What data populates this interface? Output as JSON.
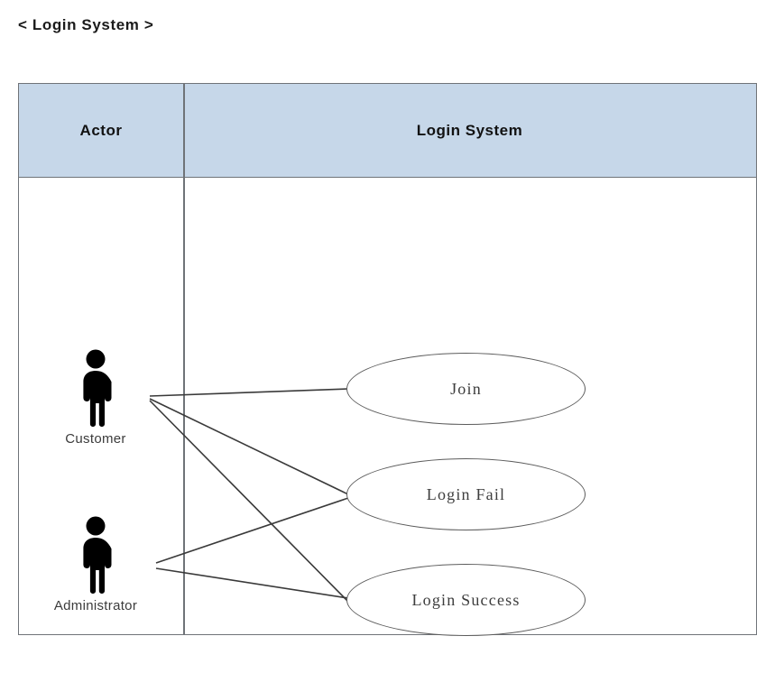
{
  "diagram": {
    "title": "< Login System >",
    "type": "uml-use-case-diagram",
    "colors": {
      "header_background": "#c6d7e9",
      "border": "#6f7378",
      "ellipse_stroke": "#5c5c5c",
      "actor_fill": "#000000",
      "association_line": "#3a3a3a",
      "page_background": "#ffffff"
    },
    "table": {
      "columns": [
        {
          "id": "actor",
          "header": "Actor"
        },
        {
          "id": "system",
          "header": "Login System"
        }
      ]
    },
    "actors": [
      {
        "id": "customer",
        "label": "Customer",
        "icon": "person-icon"
      },
      {
        "id": "administrator",
        "label": "Administrator",
        "icon": "person-icon"
      }
    ],
    "use_cases": [
      {
        "id": "join",
        "label": "Join"
      },
      {
        "id": "login_fail",
        "label": "Login Fail"
      },
      {
        "id": "login_success",
        "label": "Login Success"
      }
    ],
    "associations": [
      {
        "actor": "customer",
        "use_case": "join"
      },
      {
        "actor": "customer",
        "use_case": "login_fail"
      },
      {
        "actor": "customer",
        "use_case": "login_success"
      },
      {
        "actor": "administrator",
        "use_case": "login_fail"
      },
      {
        "actor": "administrator",
        "use_case": "login_success"
      }
    ]
  }
}
